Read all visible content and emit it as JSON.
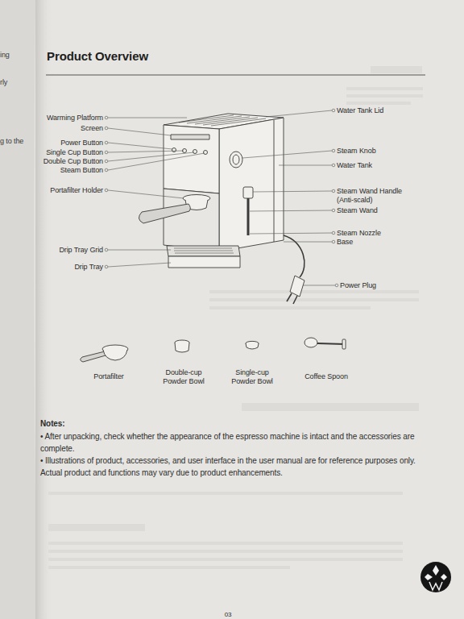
{
  "diagram": {
    "title": "Product Overview",
    "labels": [
      "Warming Platform",
      "Screen",
      "Power Button",
      "Single Cup Button",
      "Double Cup Button",
      "Steam Button",
      "Portafilter Holder",
      "Drip Tray Grid",
      "Drip Tray",
      "Water Tank Lid",
      "Steam Knob",
      "Water Tank",
      "Steam Wand Handle (Anti-scald)",
      "Steam Wand",
      "Steam Nozzle",
      "Base",
      "Power Plug",
      "Portafilter",
      "Double-cup Powder Bowl",
      "Single-cup Powder Bowl",
      "Coffee Spoon",
      "Notes:",
      "• After unpacking, check whether the appearance of the espresso machine is intact and the accessories are complete.",
      "• Illustrations of product, accessories, and user interface in the user manual are for reference purposes only. Actual product and functions may vary due to product enhancements.",
      "03",
      "ing",
      "rly",
      "g to the"
    ]
  }
}
